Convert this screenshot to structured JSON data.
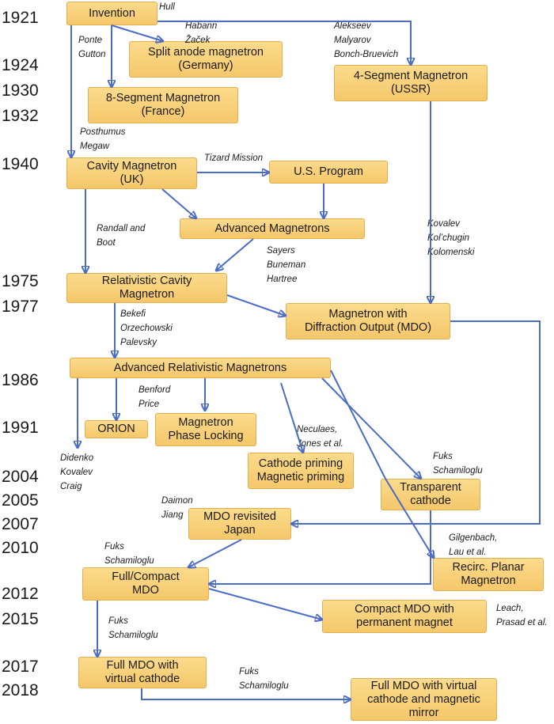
{
  "years": [
    "1921",
    "1924",
    "1930",
    "1932",
    "1940",
    "1975",
    "1977",
    "1986",
    "1991",
    "2004",
    "2005",
    "2007",
    "2010",
    "2012",
    "2015",
    "2017",
    "2018"
  ],
  "boxes": {
    "invention": [
      "Invention"
    ],
    "split_anode": [
      "Split anode magnetron",
      "(Germany)"
    ],
    "four_segment": [
      "4-Segment Magnetron",
      "(USSR)"
    ],
    "eight_segment": [
      "8-Segment Magnetron",
      "(France)"
    ],
    "cavity": [
      "Cavity Magnetron",
      "(UK)"
    ],
    "us_program": [
      "U.S. Program"
    ],
    "advanced": [
      "Advanced Magnetrons"
    ],
    "relativistic": [
      "Relativistic Cavity",
      "Magnetron"
    ],
    "mdo": [
      "Magnetron with",
      "Diffraction Output (MDO)"
    ],
    "adv_relativistic": [
      "Advanced Relativistic  Magnetrons"
    ],
    "orion": [
      "ORION"
    ],
    "phase_locking": [
      "Magnetron",
      "Phase Locking"
    ],
    "cathode_priming": [
      "Cathode priming",
      "Magnetic priming"
    ],
    "transparent": [
      "Transparent",
      "cathode"
    ],
    "mdo_japan": [
      "MDO revisited",
      "Japan"
    ],
    "recirc": [
      "Recirc. Planar",
      "Magnetron"
    ],
    "full_compact": [
      "Full/Compact",
      "MDO"
    ],
    "compact_perm": [
      "Compact  MDO with",
      "permanent magnet"
    ],
    "full_virtual": [
      "Full MDO with",
      "virtual cathode"
    ],
    "full_virtual_mirror": [
      "Full MDO with virtual",
      "cathode and magnetic",
      "mirror"
    ]
  },
  "notes": {
    "hull": [
      "Hull"
    ],
    "ponte": [
      "Ponte",
      "Gutton"
    ],
    "habann": [
      "Habann",
      "Žaček"
    ],
    "alekseev": [
      "Alekseev",
      "Malyarov",
      "Bonch-Bruevich"
    ],
    "posthumus": [
      "Posthumus",
      "Megaw"
    ],
    "tizard": [
      "Tizard Mission"
    ],
    "randall": [
      "Randall and",
      "Boot"
    ],
    "kovalev": [
      "Kovalev",
      "Kol’chugin",
      "Kolomenski"
    ],
    "sayers": [
      "Sayers",
      "Buneman",
      "Hartree"
    ],
    "bekefi": [
      "Bekefi",
      "Orzechowski",
      "Palevsky"
    ],
    "benford": [
      "Benford",
      "Price"
    ],
    "neculaes": [
      "Neculaes,",
      "Jones et al."
    ],
    "didenko": [
      "Didenko",
      "Kovalev",
      "Craig"
    ],
    "fuks1": [
      "Fuks",
      "Schamiloglu"
    ],
    "daimon": [
      "Daimon",
      "Jiang"
    ],
    "gilgenbach": [
      "Gilgenbach,",
      "Lau et al."
    ],
    "fuks2": [
      "Fuks",
      "Schamiloglu"
    ],
    "leach": [
      "Leach,",
      "Prasad et al."
    ],
    "fuks3": [
      "Fuks",
      "Schamiloglu"
    ],
    "fuks4": [
      "Fuks",
      "Schamiloglu"
    ]
  },
  "colors": {
    "box_fill": "#f7cf78",
    "box_border": "#e2b04e",
    "arrow": "#4a6cc5"
  }
}
